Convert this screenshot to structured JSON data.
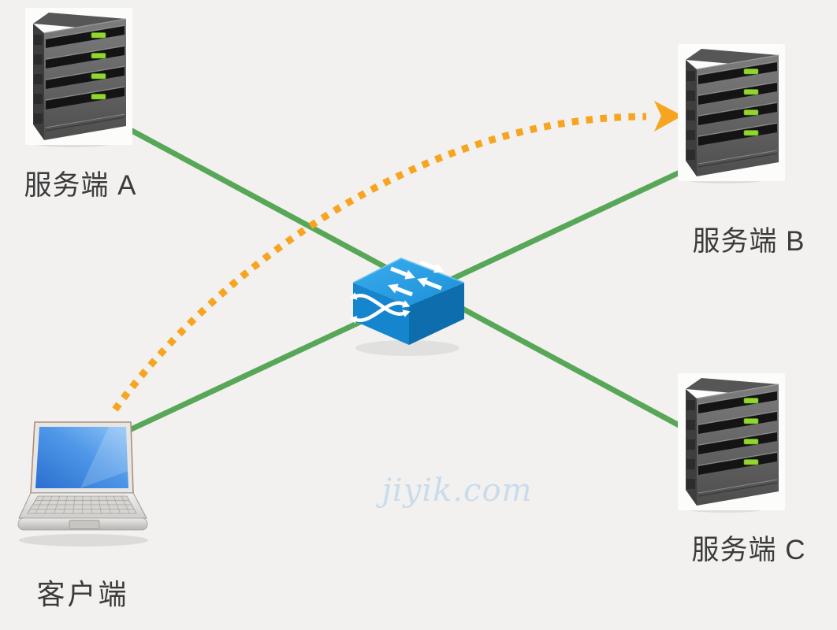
{
  "diagram": {
    "watermark": "jiyik.com",
    "nodes": {
      "server_a": {
        "label": "服务端 A",
        "type": "server"
      },
      "server_b": {
        "label": "服务端 B",
        "type": "server"
      },
      "server_c": {
        "label": "服务端 C",
        "type": "server"
      },
      "client": {
        "label": "客户端",
        "type": "laptop"
      },
      "switch": {
        "label": "",
        "type": "network-switch"
      }
    },
    "links": [
      {
        "from": "server_a",
        "to": "switch",
        "style": "solid",
        "color": "#58a758"
      },
      {
        "from": "switch",
        "to": "server_c",
        "style": "solid",
        "color": "#58a758"
      },
      {
        "from": "client",
        "to": "switch",
        "style": "solid",
        "color": "#58a758"
      },
      {
        "from": "switch",
        "to": "server_b",
        "style": "solid",
        "color": "#58a758"
      },
      {
        "from": "client",
        "to": "server_b",
        "style": "dotted-arrow",
        "color": "#f7a521"
      }
    ],
    "icons": {
      "server": "server-tower-icon",
      "client": "laptop-icon",
      "switch": "network-switch-icon",
      "dotted_arrow": "curved-dotted-arrow-icon"
    },
    "colors": {
      "background": "#f2f1ef",
      "link_green": "#58a758",
      "arrow_orange": "#f7a521",
      "switch_blue_top": "#2b9fe4",
      "switch_blue_left": "#1586cd",
      "switch_blue_right": "#0e6dad",
      "server_led_green": "#93d62f",
      "laptop_screen_blue": "#4e97e8",
      "label_text": "#3b3b3b",
      "watermark_text": "#c9dcec"
    }
  }
}
